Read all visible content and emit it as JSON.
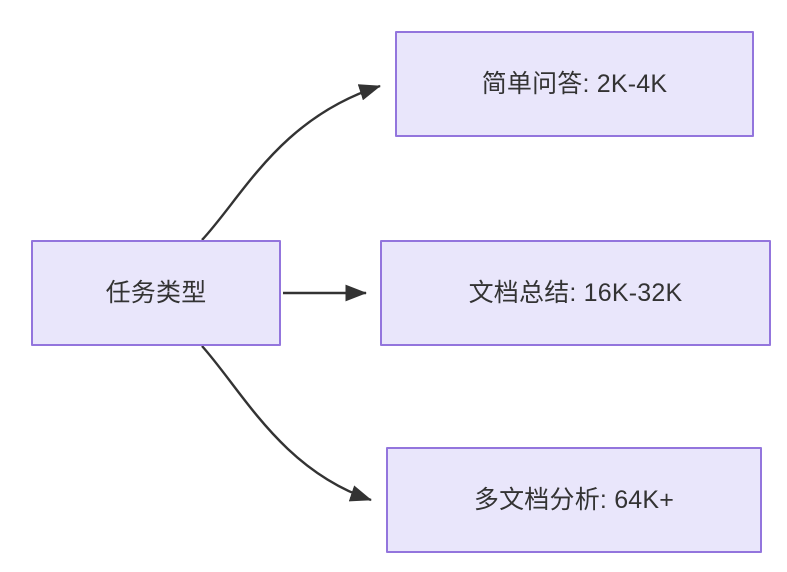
{
  "diagram": {
    "type": "flowchart",
    "direction": "left-to-right",
    "background_color": "#ffffff",
    "node_fill_color": "#e9e6fb",
    "node_border_color": "#9375dd",
    "node_text_color": "#333333",
    "edge_color": "#333333",
    "nodes": [
      {
        "id": "source",
        "label": "任务类型"
      },
      {
        "id": "simple",
        "label": "简单问答: 2K-4K"
      },
      {
        "id": "doc",
        "label": "文档总结: 16K-32K"
      },
      {
        "id": "multidoc",
        "label": "多文档分析: 64K+"
      }
    ],
    "edges": [
      {
        "id": "edge-source-simple",
        "from": "source",
        "to": "simple",
        "label": "",
        "style": "curved",
        "arrow": "arrowhead"
      },
      {
        "id": "edge-source-doc",
        "from": "source",
        "to": "doc",
        "label": "",
        "style": "straight",
        "arrow": "arrowhead"
      },
      {
        "id": "edge-source-multidoc",
        "from": "source",
        "to": "multidoc",
        "label": "",
        "style": "curved",
        "arrow": "arrowhead"
      }
    ]
  }
}
